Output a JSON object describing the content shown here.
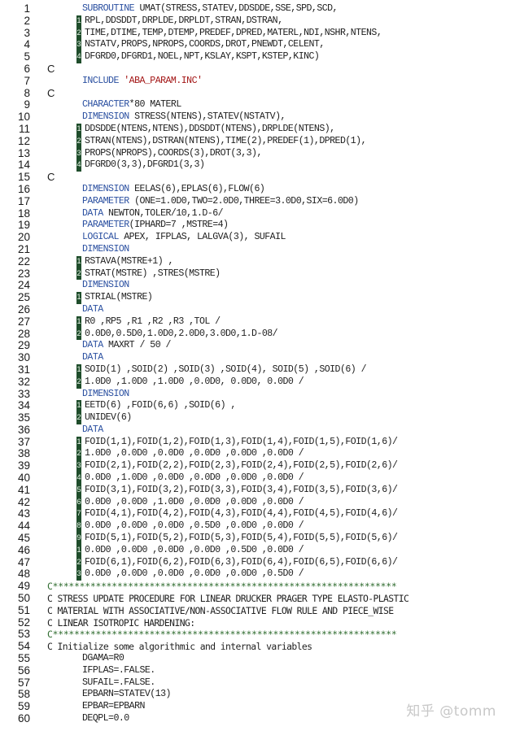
{
  "document": {
    "language": "Fortran",
    "lines": [
      {
        "n": "1",
        "type": "stmt",
        "kw": "SUBROUTINE",
        "text": " UMAT(STRESS,STATEV,DDSDDE,SSE,SPD,SCD,"
      },
      {
        "n": "2",
        "type": "cont",
        "mark": "1",
        "text": "RPL,DDSDDT,DRPLDE,DRPLDT,STRAN,DSTRAN,"
      },
      {
        "n": "3",
        "type": "cont",
        "mark": "2",
        "text": "TIME,DTIME,TEMP,DTEMP,PREDEF,DPRED,MATERL,NDI,NSHR,NTENS,"
      },
      {
        "n": "4",
        "type": "cont",
        "mark": "3",
        "text": "NSTATV,PROPS,NPROPS,COORDS,DROT,PNEWDT,CELENT,"
      },
      {
        "n": "5",
        "type": "cont",
        "mark": "4",
        "text": "DFGRD0,DFGRD1,NOEL,NPT,KSLAY,KSPT,KSTEP,KINC)"
      },
      {
        "n": "6",
        "type": "c",
        "text": "C"
      },
      {
        "n": "7",
        "type": "stmt",
        "kw": "INCLUDE",
        "str": " 'ABA_PARAM.INC'",
        "text": ""
      },
      {
        "n": "8",
        "type": "c",
        "text": "C"
      },
      {
        "n": "9",
        "type": "stmt",
        "kw": "CHARACTER",
        "text": "*80 MATERL"
      },
      {
        "n": "10",
        "type": "stmt",
        "kw": "DIMENSION",
        "text": " STRESS(NTENS),STATEV(NSTATV),"
      },
      {
        "n": "11",
        "type": "cont",
        "mark": "1",
        "text": "DDSDDE(NTENS,NTENS),DDSDDT(NTENS),DRPLDE(NTENS),"
      },
      {
        "n": "12",
        "type": "cont",
        "mark": "2",
        "text": "STRAN(NTENS),DSTRAN(NTENS),TIME(2),PREDEF(1),DPRED(1),"
      },
      {
        "n": "13",
        "type": "cont",
        "mark": "3",
        "text": "PROPS(NPROPS),COORDS(3),DROT(3,3),"
      },
      {
        "n": "14",
        "type": "cont",
        "mark": "4",
        "text": "DFGRD0(3,3),DFGRD1(3,3)"
      },
      {
        "n": "15",
        "type": "c",
        "text": "C"
      },
      {
        "n": "16",
        "type": "stmt",
        "kw": "DIMENSION",
        "text": " EELAS(6),EPLAS(6),FLOW(6)"
      },
      {
        "n": "17",
        "type": "stmt",
        "kw": "PARAMETER",
        "text": " (ONE=1.0D0,TWO=2.0D0,THREE=3.0D0,SIX=6.0D0)"
      },
      {
        "n": "18",
        "type": "stmt",
        "kw": "DATA",
        "text": " NEWTON,TOLER/10,1.D-6/"
      },
      {
        "n": "19",
        "type": "stmt",
        "kw": "PARAMETER",
        "text": "(IPHARD=7 ,MSTRE=4)"
      },
      {
        "n": "20",
        "type": "stmt",
        "kw": "LOGICAL",
        "text": " APEX, IFPLAS, LALGVA(3), SUFAIL"
      },
      {
        "n": "21",
        "type": "stmt",
        "kw": "DIMENSION",
        "text": ""
      },
      {
        "n": "22",
        "type": "cont",
        "mark": "1",
        "text": "RSTAVA(MSTRE+1) ,"
      },
      {
        "n": "23",
        "type": "cont",
        "mark": "2",
        "text": "STRAT(MSTRE) ,STRES(MSTRE)"
      },
      {
        "n": "24",
        "type": "stmt",
        "kw": "DIMENSION",
        "text": ""
      },
      {
        "n": "25",
        "type": "cont",
        "mark": "1",
        "text": "STRIAL(MSTRE)"
      },
      {
        "n": "26",
        "type": "stmt",
        "kw": "DATA",
        "text": ""
      },
      {
        "n": "27",
        "type": "cont",
        "mark": "1",
        "text": "R0 ,RP5 ,R1 ,R2 ,R3 ,TOL /"
      },
      {
        "n": "28",
        "type": "cont",
        "mark": "2",
        "text": "0.0D0,0.5D0,1.0D0,2.0D0,3.0D0,1.D-08/"
      },
      {
        "n": "29",
        "type": "stmt",
        "kw": "DATA",
        "text": " MAXRT / 50 /"
      },
      {
        "n": "30",
        "type": "stmt",
        "kw": "DATA",
        "text": ""
      },
      {
        "n": "31",
        "type": "cont",
        "mark": "1",
        "text": "SOID(1) ,SOID(2) ,SOID(3) ,SOID(4), SOID(5) ,SOID(6) /"
      },
      {
        "n": "32",
        "type": "cont",
        "mark": "2",
        "text": "1.0D0 ,1.0D0 ,1.0D0 ,0.0D0, 0.0D0, 0.0D0 /"
      },
      {
        "n": "33",
        "type": "stmt",
        "kw": "DIMENSION",
        "text": ""
      },
      {
        "n": "34",
        "type": "cont",
        "mark": "1",
        "text": "EETD(6) ,FOID(6,6) ,SOID(6) ,"
      },
      {
        "n": "35",
        "type": "cont",
        "mark": "2",
        "text": "UNIDEV(6)"
      },
      {
        "n": "36",
        "type": "stmt",
        "kw": "DATA",
        "text": ""
      },
      {
        "n": "37",
        "type": "cont",
        "mark": "1",
        "text": "FOID(1,1),FOID(1,2),FOID(1,3),FOID(1,4),FOID(1,5),FOID(1,6)/"
      },
      {
        "n": "38",
        "type": "cont",
        "mark": "2",
        "text": "1.0D0 ,0.0D0 ,0.0D0 ,0.0D0 ,0.0D0 ,0.0D0 /"
      },
      {
        "n": "39",
        "type": "cont",
        "mark": "3",
        "text": "FOID(2,1),FOID(2,2),FOID(2,3),FOID(2,4),FOID(2,5),FOID(2,6)/"
      },
      {
        "n": "40",
        "type": "cont",
        "mark": "4",
        "text": "0.0D0 ,1.0D0 ,0.0D0 ,0.0D0 ,0.0D0 ,0.0D0 /"
      },
      {
        "n": "41",
        "type": "cont",
        "mark": "5",
        "text": "FOID(3,1),FOID(3,2),FOID(3,3),FOID(3,4),FOID(3,5),FOID(3,6)/"
      },
      {
        "n": "42",
        "type": "cont",
        "mark": "6",
        "text": "0.0D0 ,0.0D0 ,1.0D0 ,0.0D0 ,0.0D0 ,0.0D0 /"
      },
      {
        "n": "43",
        "type": "cont",
        "mark": "7",
        "text": "FOID(4,1),FOID(4,2),FOID(4,3),FOID(4,4),FOID(4,5),FOID(4,6)/"
      },
      {
        "n": "44",
        "type": "cont",
        "mark": "8",
        "text": "0.0D0 ,0.0D0 ,0.0D0 ,0.5D0 ,0.0D0 ,0.0D0 /"
      },
      {
        "n": "45",
        "type": "cont",
        "mark": "9",
        "text": "FOID(5,1),FOID(5,2),FOID(5,3),FOID(5,4),FOID(5,5),FOID(5,6)/"
      },
      {
        "n": "46",
        "type": "cont",
        "mark": "1",
        "text": "0.0D0 ,0.0D0 ,0.0D0 ,0.0D0 ,0.5D0 ,0.0D0 /"
      },
      {
        "n": "47",
        "type": "cont",
        "mark": "2",
        "text": "FOID(6,1),FOID(6,2),FOID(6,3),FOID(6,4),FOID(6,5),FOID(6,6)/"
      },
      {
        "n": "48",
        "type": "cont",
        "mark": "3",
        "text": "0.0D0 ,0.0D0 ,0.0D0 ,0.0D0 ,0.0D0 ,0.5D0 /"
      },
      {
        "n": "49",
        "type": "stars",
        "text": "C****************************************************************"
      },
      {
        "n": "50",
        "type": "comment",
        "text": "C STRESS UPDATE PROCEDURE FOR LINEAR DRUCKER PRAGER TYPE ELASTO-PLASTIC"
      },
      {
        "n": "51",
        "type": "comment",
        "text": "C MATERIAL WITH ASSOCIATIVE/NON-ASSOCIATIVE FLOW RULE AND PIECE_WISE"
      },
      {
        "n": "52",
        "type": "comment",
        "text": "C LINEAR ISOTROPIC HARDENING:"
      },
      {
        "n": "53",
        "type": "stars",
        "text": "C****************************************************************"
      },
      {
        "n": "54",
        "type": "comment",
        "text": "C Initialize some algorithmic and internal variables"
      },
      {
        "n": "55",
        "type": "stmt",
        "kw": "",
        "text": "DGAMA=R0"
      },
      {
        "n": "56",
        "type": "stmt",
        "kw": "",
        "text": "IFPLAS=.FALSE."
      },
      {
        "n": "57",
        "type": "stmt",
        "kw": "",
        "text": "SUFAIL=.FALSE."
      },
      {
        "n": "58",
        "type": "stmt",
        "kw": "",
        "text": "EPBARN=STATEV(13)"
      },
      {
        "n": "59",
        "type": "stmt",
        "kw": "",
        "text": "EPBAR=EPBARN"
      },
      {
        "n": "60",
        "type": "stmt",
        "kw": "",
        "text": "DEQPL=0.0"
      }
    ]
  },
  "watermark": "知乎 @tomm",
  "colors": {
    "keyword": "#2a4fa0",
    "string": "#a31515",
    "continuation_marker_bg": "#1f4d2b",
    "stars": "#2e6b2e"
  }
}
